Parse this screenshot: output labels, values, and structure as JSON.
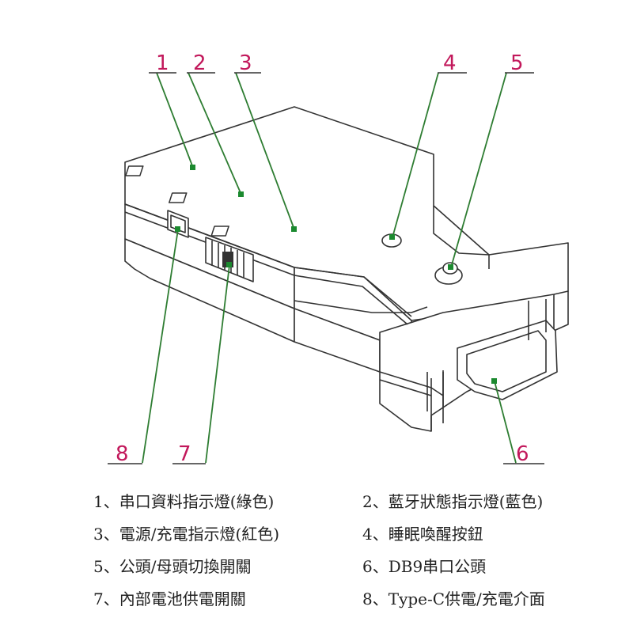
{
  "callouts": {
    "c1": "1",
    "c2": "2",
    "c3": "3",
    "c4": "4",
    "c5": "5",
    "c6": "6",
    "c7": "7",
    "c8": "8"
  },
  "legend": [
    "1、串口資料指示燈(綠色)",
    "2、藍牙狀態指示燈(藍色)",
    "3、電源/充電指示燈(紅色)",
    "4、睡眠喚醒按鈕",
    "5、公頭/母頭切換開關",
    "6、DB9串口公頭",
    "7、內部電池供電開關",
    "8、Type-C供電/充電介面"
  ],
  "colors": {
    "callout_number": "#c2185b",
    "leader_line": "#2e7d32",
    "marker": "#1b8a2f",
    "outline": "#333333"
  }
}
